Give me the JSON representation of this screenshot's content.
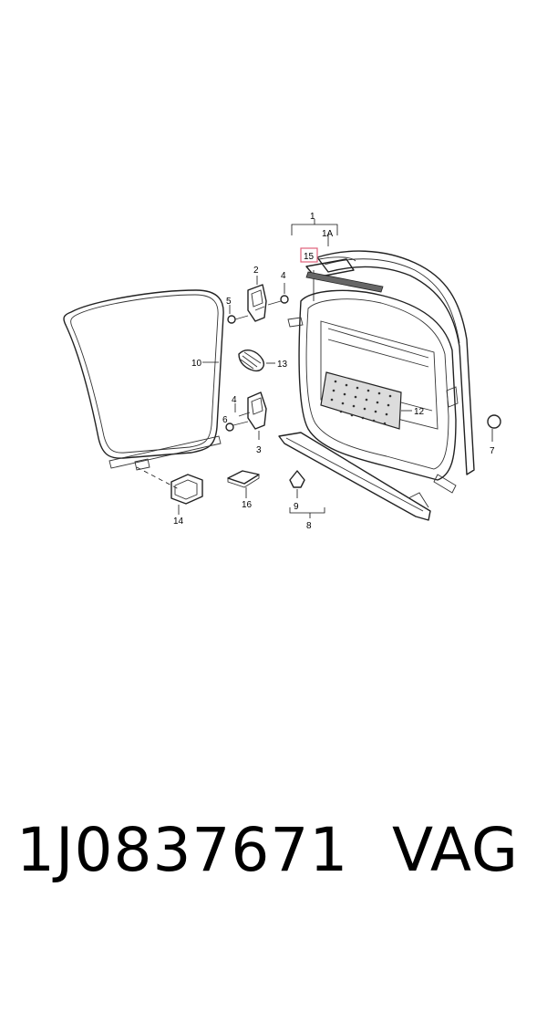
{
  "diagram": {
    "callouts": {
      "door_shell": "1",
      "door_shell_variant": "1A",
      "hinge_upper": "2",
      "hinge_lower": "3",
      "bolt_upper": "4",
      "bolt_lower": "4",
      "screw_upper": "5",
      "screw_lower": "6",
      "cap": "7",
      "sill_strip": "8",
      "clip": "9",
      "seal": "10",
      "insulation_panel": "12",
      "grommet": "13",
      "drain_valve": "14",
      "highlighted_part": "15",
      "pad": "16"
    },
    "highlight_color": "#e0607a"
  },
  "footer": {
    "part_number": "1J0837671",
    "brand": "VAG"
  }
}
